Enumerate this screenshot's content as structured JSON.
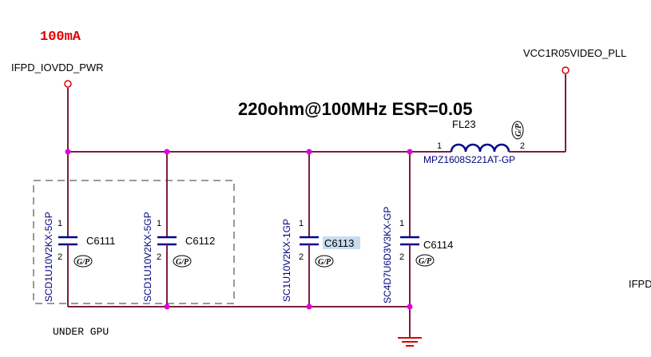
{
  "annotations": {
    "current_note": "100mA",
    "filter_spec": "220ohm@100MHz ESR=0.05",
    "under_gpu": "UNDER GPU"
  },
  "nets": {
    "left_power": "IFPD_IOVDD_PWR",
    "right_power": "VCC1R05VIDEO_PLL",
    "cut_off": "IFPD"
  },
  "ferrite": {
    "ref": "FL23",
    "part": "MPZ1608S221AT-GP",
    "pin1": "1",
    "pin2": "2",
    "badge": "G/P"
  },
  "capacitors": [
    {
      "ref": "C6111",
      "part": "SCD1U10V2KX-5GP",
      "pin1": "1",
      "pin2": "2",
      "badge": "G/P"
    },
    {
      "ref": "C6112",
      "part": "SCD1U10V2KX-5GP",
      "pin1": "1",
      "pin2": "2",
      "badge": "G/P"
    },
    {
      "ref": "C6113",
      "part": "SC1U10V2KX-1GP",
      "pin1": "1",
      "pin2": "2",
      "badge": "G/P"
    },
    {
      "ref": "C6114",
      "part": "SC4D7U6D3V3KX-GP",
      "pin1": "1",
      "pin2": "2",
      "badge": "G/P"
    }
  ],
  "colors": {
    "wire": "#7a1f3d",
    "junction": "#e000e0",
    "component": "#00008b",
    "note": "#e00000",
    "highlight": "#c8dcf0"
  }
}
